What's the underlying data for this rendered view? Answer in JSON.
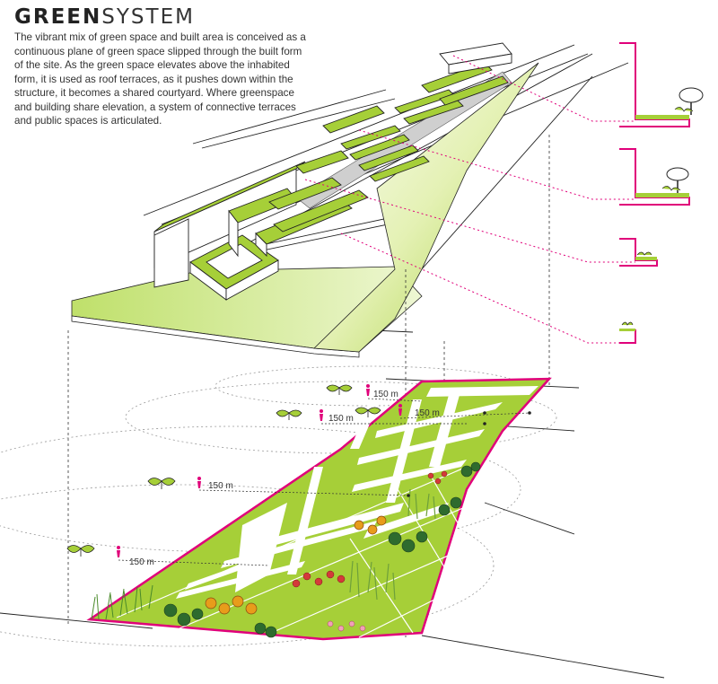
{
  "title": {
    "bold": "GREEN",
    "light": "SYSTEM"
  },
  "description": "The vibrant mix of green space and built area is conceived as a continuous plane of green space slipped through the built form of the site. As the green space elevates above the inhabited form, it is used as roof terraces, as it pushes down within the structure, it becomes a shared courtyard.  Where greenspace and building share elevation, a system of connective terraces and public spaces is articulated.",
  "distance_labels": [
    "150 m",
    "150 m",
    "150 m",
    "150 m",
    "150 m"
  ],
  "colors": {
    "green": "#a6cf38",
    "light_green": "#d6ea9a",
    "magenta": "#e0007a",
    "line": "#222222"
  },
  "icons": [
    "sprout-icon",
    "pedestrian-icon",
    "tree-icon",
    "building-section-icon"
  ]
}
